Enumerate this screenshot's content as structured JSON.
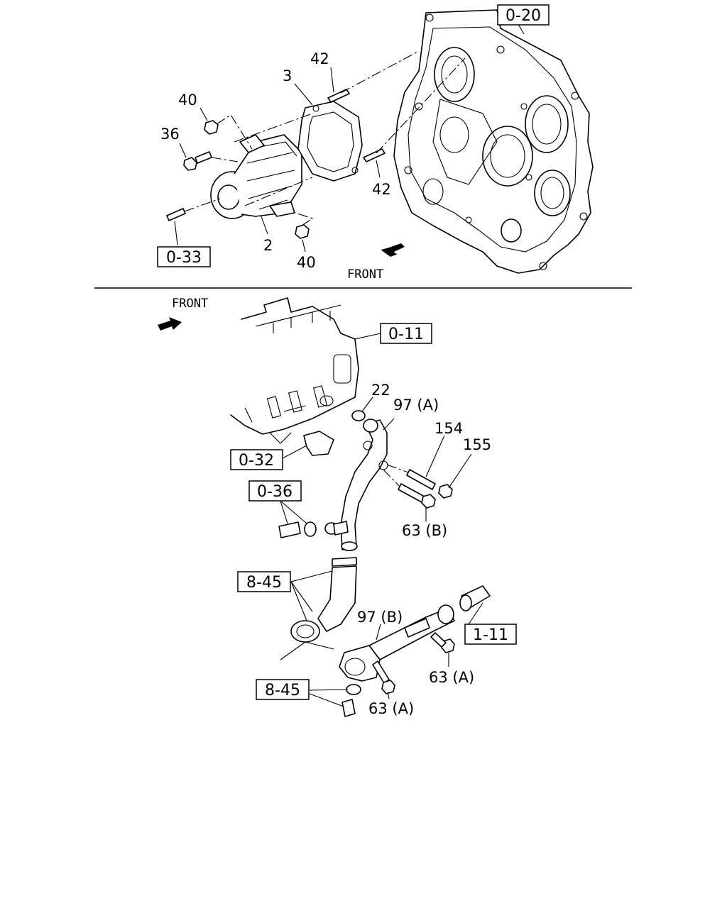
{
  "top": {
    "ref_cover": "0-20",
    "ref_stud": "0-33",
    "front_label": "FRONT",
    "callouts": {
      "c42a": "42",
      "c3": "3",
      "c40a": "40",
      "c36": "36",
      "c42b": "42",
      "c2": "2",
      "c40b": "40"
    }
  },
  "bottom": {
    "front_label": "FRONT",
    "ref_head": "0-11",
    "ref_bracket": "0-32",
    "ref_sensor": "0-36",
    "ref_hose1": "8-45",
    "ref_radiator": "1-11",
    "ref_hose2": "8-45",
    "callouts": {
      "c22": "22",
      "c97a": "97 (A)",
      "c154": "154",
      "c155": "155",
      "c63b": "63 (B)",
      "c97b": "97 (B)",
      "c63a1": "63 (A)",
      "c63a2": "63 (A)"
    }
  }
}
